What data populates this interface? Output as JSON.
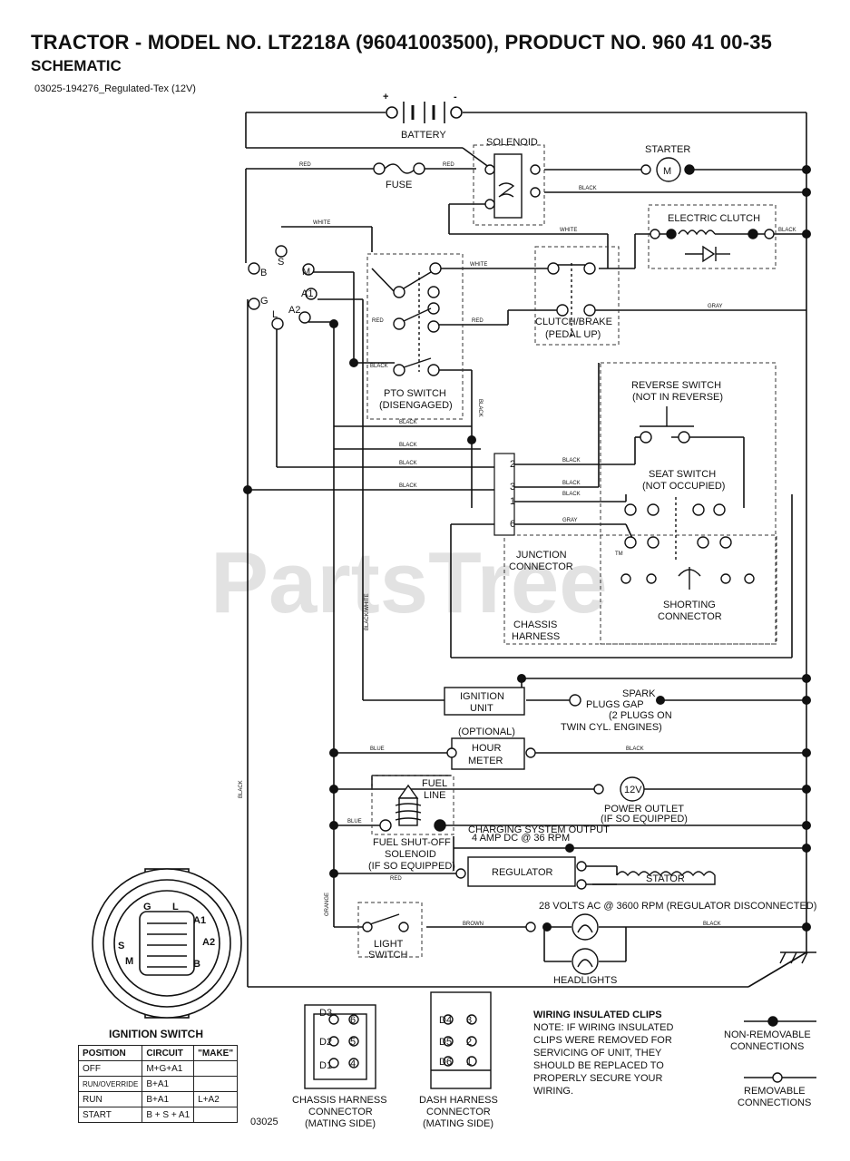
{
  "header": {
    "title": "TRACTOR - MODEL NO. LT2218A (96041003500), PRODUCT NO. 960 41 00-35",
    "subtitle": "SCHEMATIC",
    "doc_id": "03025-194276_Regulated-Tex (12V)"
  },
  "watermark": "PartsTree",
  "watermark_tm": "TM",
  "components": {
    "battery": "BATTERY",
    "battery_plus": "+",
    "battery_minus": "-",
    "solenoid": "SOLENOID",
    "starter": "STARTER",
    "starter_symbol": "M",
    "fuse": "FUSE",
    "electric_clutch": "ELECTRIC CLUTCH",
    "clutch_brake_1": "CLUTCH/BRAKE",
    "clutch_brake_2": "(PEDAL UP)",
    "pto_switch_1": "PTO SWITCH",
    "pto_switch_2": "(DISENGAGED)",
    "reverse_switch_1": "REVERSE SWITCH",
    "reverse_switch_2": "(NOT IN REVERSE)",
    "seat_switch_1": "SEAT SWITCH",
    "seat_switch_2": "(NOT OCCUPIED)",
    "junction_1": "JUNCTION",
    "junction_2": "CONNECTOR",
    "shorting_1": "SHORTING",
    "shorting_2": "CONNECTOR",
    "chassis_1": "CHASSIS",
    "chassis_2": "HARNESS",
    "ignition_unit_1": "IGNITION",
    "ignition_unit_2": "UNIT",
    "spark_1": "SPARK",
    "spark_2": "PLUGS GAP",
    "spark_3": "(2 PLUGS ON",
    "spark_4": "TWIN CYL. ENGINES)",
    "optional": "(OPTIONAL)",
    "hour_meter_1": "HOUR",
    "hour_meter_2": "METER",
    "fuel_line_1": "FUEL",
    "fuel_line_2": "LINE",
    "power_outlet_1": "POWER OUTLET",
    "power_outlet_2": "(IF SO EQUIPPED)",
    "power_outlet_symbol": "12V",
    "fuel_shutoff_1": "FUEL SHUT-OFF",
    "fuel_shutoff_2": "SOLENOID",
    "fuel_shutoff_3": "(IF SO EQUIPPED)",
    "charging_1": "CHARGING SYSTEM OUTPUT",
    "charging_2": "4 AMP DC @ 36 RPM",
    "regulator": "REGULATOR",
    "stator": "STATOR",
    "volts_ac": "28 VOLTS AC @ 3600 RPM (REGULATOR DISCONNECTED)",
    "light_switch_1": "LIGHT",
    "light_switch_2": "SWITCH",
    "headlights": "HEADLIGHTS",
    "ignition_switch": "IGNITION SWITCH",
    "chassis_conn_1": "CHASSIS HARNESS",
    "chassis_conn_2": "CONNECTOR",
    "chassis_conn_3": "(MATING SIDE)",
    "dash_conn_1": "DASH HARNESS",
    "dash_conn_2": "CONNECTOR",
    "dash_conn_3": "(MATING SIDE)",
    "code": "03025"
  },
  "terminals": {
    "b": "B",
    "s": "S",
    "m": "M",
    "g": "G",
    "l": "L",
    "a1": "A1",
    "a2": "A2",
    "j2": "2",
    "j3": "3",
    "j1": "1",
    "j6": "6",
    "d3": "D3",
    "d2": "D2",
    "d1": "D1",
    "d4": "D4",
    "d5": "D5",
    "d6": "D6",
    "two": "2",
    "three": "3",
    "one": "1",
    "six": "6",
    "five": "5",
    "four": "4"
  },
  "wires": {
    "red": "RED",
    "black": "BLACK",
    "white": "WHITE",
    "gray": "GRAY",
    "blue": "BLUE",
    "brown": "BROWN",
    "orange": "ORANGE",
    "black_white": "BLACK/WHITE"
  },
  "notes": {
    "clips_title": "WIRING INSULATED CLIPS",
    "clips_1": "NOTE: IF WIRING INSULATED",
    "clips_2": "CLIPS WERE REMOVED FOR",
    "clips_3": "SERVICING OF UNIT, THEY",
    "clips_4": "SHOULD BE REPLACED TO",
    "clips_5": "PROPERLY SECURE YOUR",
    "clips_6": "WIRING.",
    "non_removable_1": "NON-REMOVABLE",
    "non_removable_2": "CONNECTIONS",
    "removable_1": "REMOVABLE",
    "removable_2": "CONNECTIONS"
  },
  "ignition_table": {
    "headers": [
      "POSITION",
      "CIRCUIT",
      "\"MAKE\""
    ],
    "rows": [
      [
        "OFF",
        "M+G+A1",
        ""
      ],
      [
        "RUN/OVERRIDE",
        "B+A1",
        ""
      ],
      [
        "RUN",
        "B+A1",
        "L+A2"
      ],
      [
        "START",
        "B + S + A1",
        ""
      ]
    ]
  }
}
